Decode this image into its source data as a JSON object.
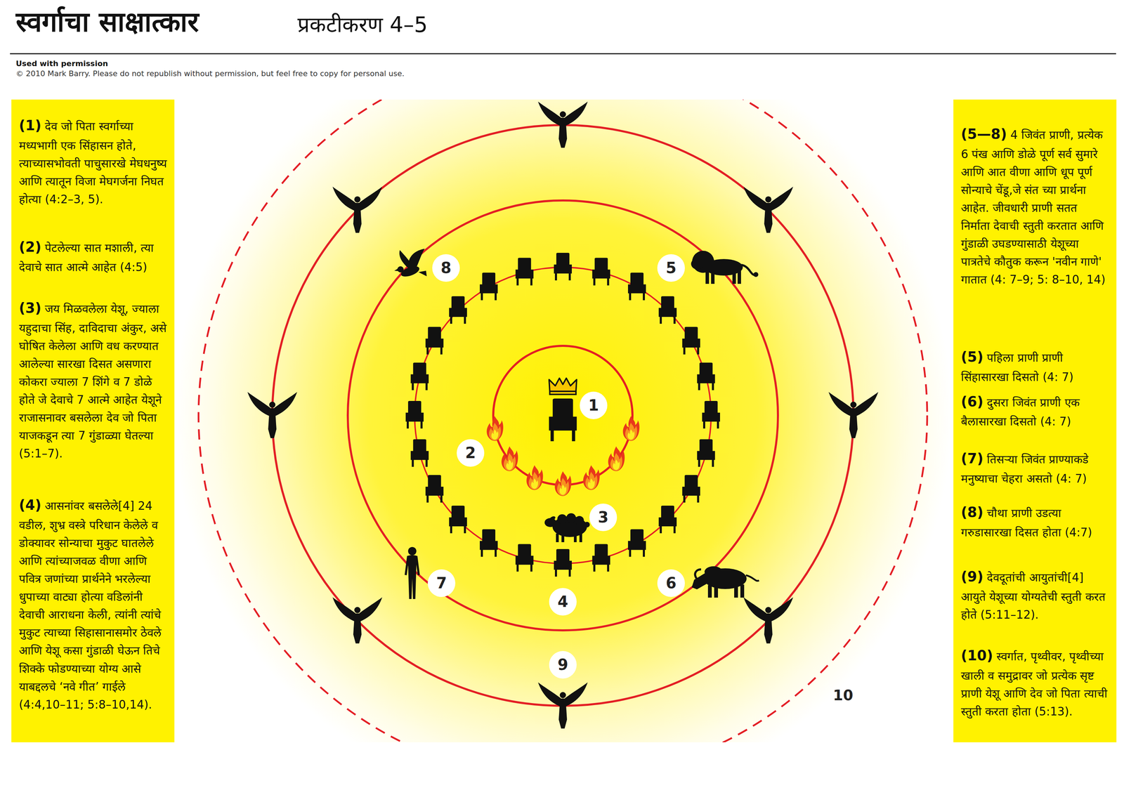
{
  "diagram": {
    "title": "स्वर्गाचा साक्षात्कार",
    "nodes": [
      {
        "text": [
          "(1) देव जो पिता स्वर्गाच्या मध्यभागी एक सिंहासन होते, त्याच्यासभोवती पाचुसारखे मेघधनुष्य आणि त्यातून विजा मेघगर्जना निघत होत्या (4:2–3, 5).",
          "(2) पेटलेल्या सात मशाली, त्या देवाचे सात आत्मे आहेत (4:5)",
          "(3) जय मिळवलेला येशू, ज्याला यहुदाचा सिंह, दाविदाचा अंकुर, असे घोषित केलेला आणि वध करण्यात आलेल्या सारखा दिसत असणारा कोकरा ज्याला 7 शिंगे व 7 डोळे होते जे देवाचे 7 आत्मे आहेत येशूने राजासनावर बसलेला देव जो पिता याजकडून त्या 7 गुंडाळ्या घेतल्या (5:1–7).",
          "(4) आसनांवर बसलेले[4] 24 वडील, शुभ्र वस्त्रे परिधान केलेले व डोक्यावर सोन्याचा मुकुट घातलेले आणि त्यांच्याजवळ वीणा आणि पवित्र जणांच्या प्रार्थनेने भरलेल्या धुपाच्या वाट्या होत्या वडिलांनी देवाची आराधना केली, त्यांनी त्यांचे मुकुट त्याच्या सिहासानासमोर ठेवले आणि येशू कसा गुंडाळी घेऊन तिचे शिक्के फोडण्याच्या योग्य आसे याबद्दलचे ‘नवे गीत’ गाईले (4:4,10–11; 5:8–10,14)."
        ]
      },
      {
        "text": [
          "(5—8) 4 जिवंत प्राणी, प्रत्येक 6 पंख आणि डोळे पूर्ण सर्व सुमारे आणि आत वीणा आणि धूप पूर्ण सोन्याचे चेंडू,जे संत च्या प्रार्थना आहेत. जीवधारी प्राणी सतत निर्माता देवाची स्तुती करतात आणि गुंडाळी उघडण्यासाठी येशूच्या पात्रतेचे कौतुक करून 'नवीन गाणे' गातात (4: 7–9; 5: 8–10, 14)",
          "(5) पहिला प्राणी प्राणी सिंहासारखा दिसतो (4: 7)",
          "(6) दुसरा जिवंत प्राणी एक बैलासारखा दिसतो (4: 7)",
          "(7) तिसऱ्या जिवंत प्राण्याकडे मनुष्याचा चेहरा असतो (4: 7)",
          "(8) चौथा प्राणी उडत्या गरुडासारखा दिसत होता (4:7)",
          "(9) देवदूतांची आयुतांची[4] आयुते येशूच्या योग्यतेची स्तुती करत होते (5:11–12).",
          "(10) स्वर्गात, पृथ्वीवर, पृथ्वीच्या खाली व समुद्रावर जो प्रत्येक सृष्ट प्राणी येशू आणि देव जो पिता त्याची स्तुती करता होता (5:13)."
        ]
      }
    ],
    "labels": [
      "प्रकटीकरण 4–5",
      "Used with permission",
      "© 2010 Mark Barry. Please do not republish without permission, but feel free to copy for personal use.",
      "8",
      "5",
      "1",
      "2",
      "3",
      "7",
      "6",
      "4",
      "9",
      "10"
    ]
  }
}
